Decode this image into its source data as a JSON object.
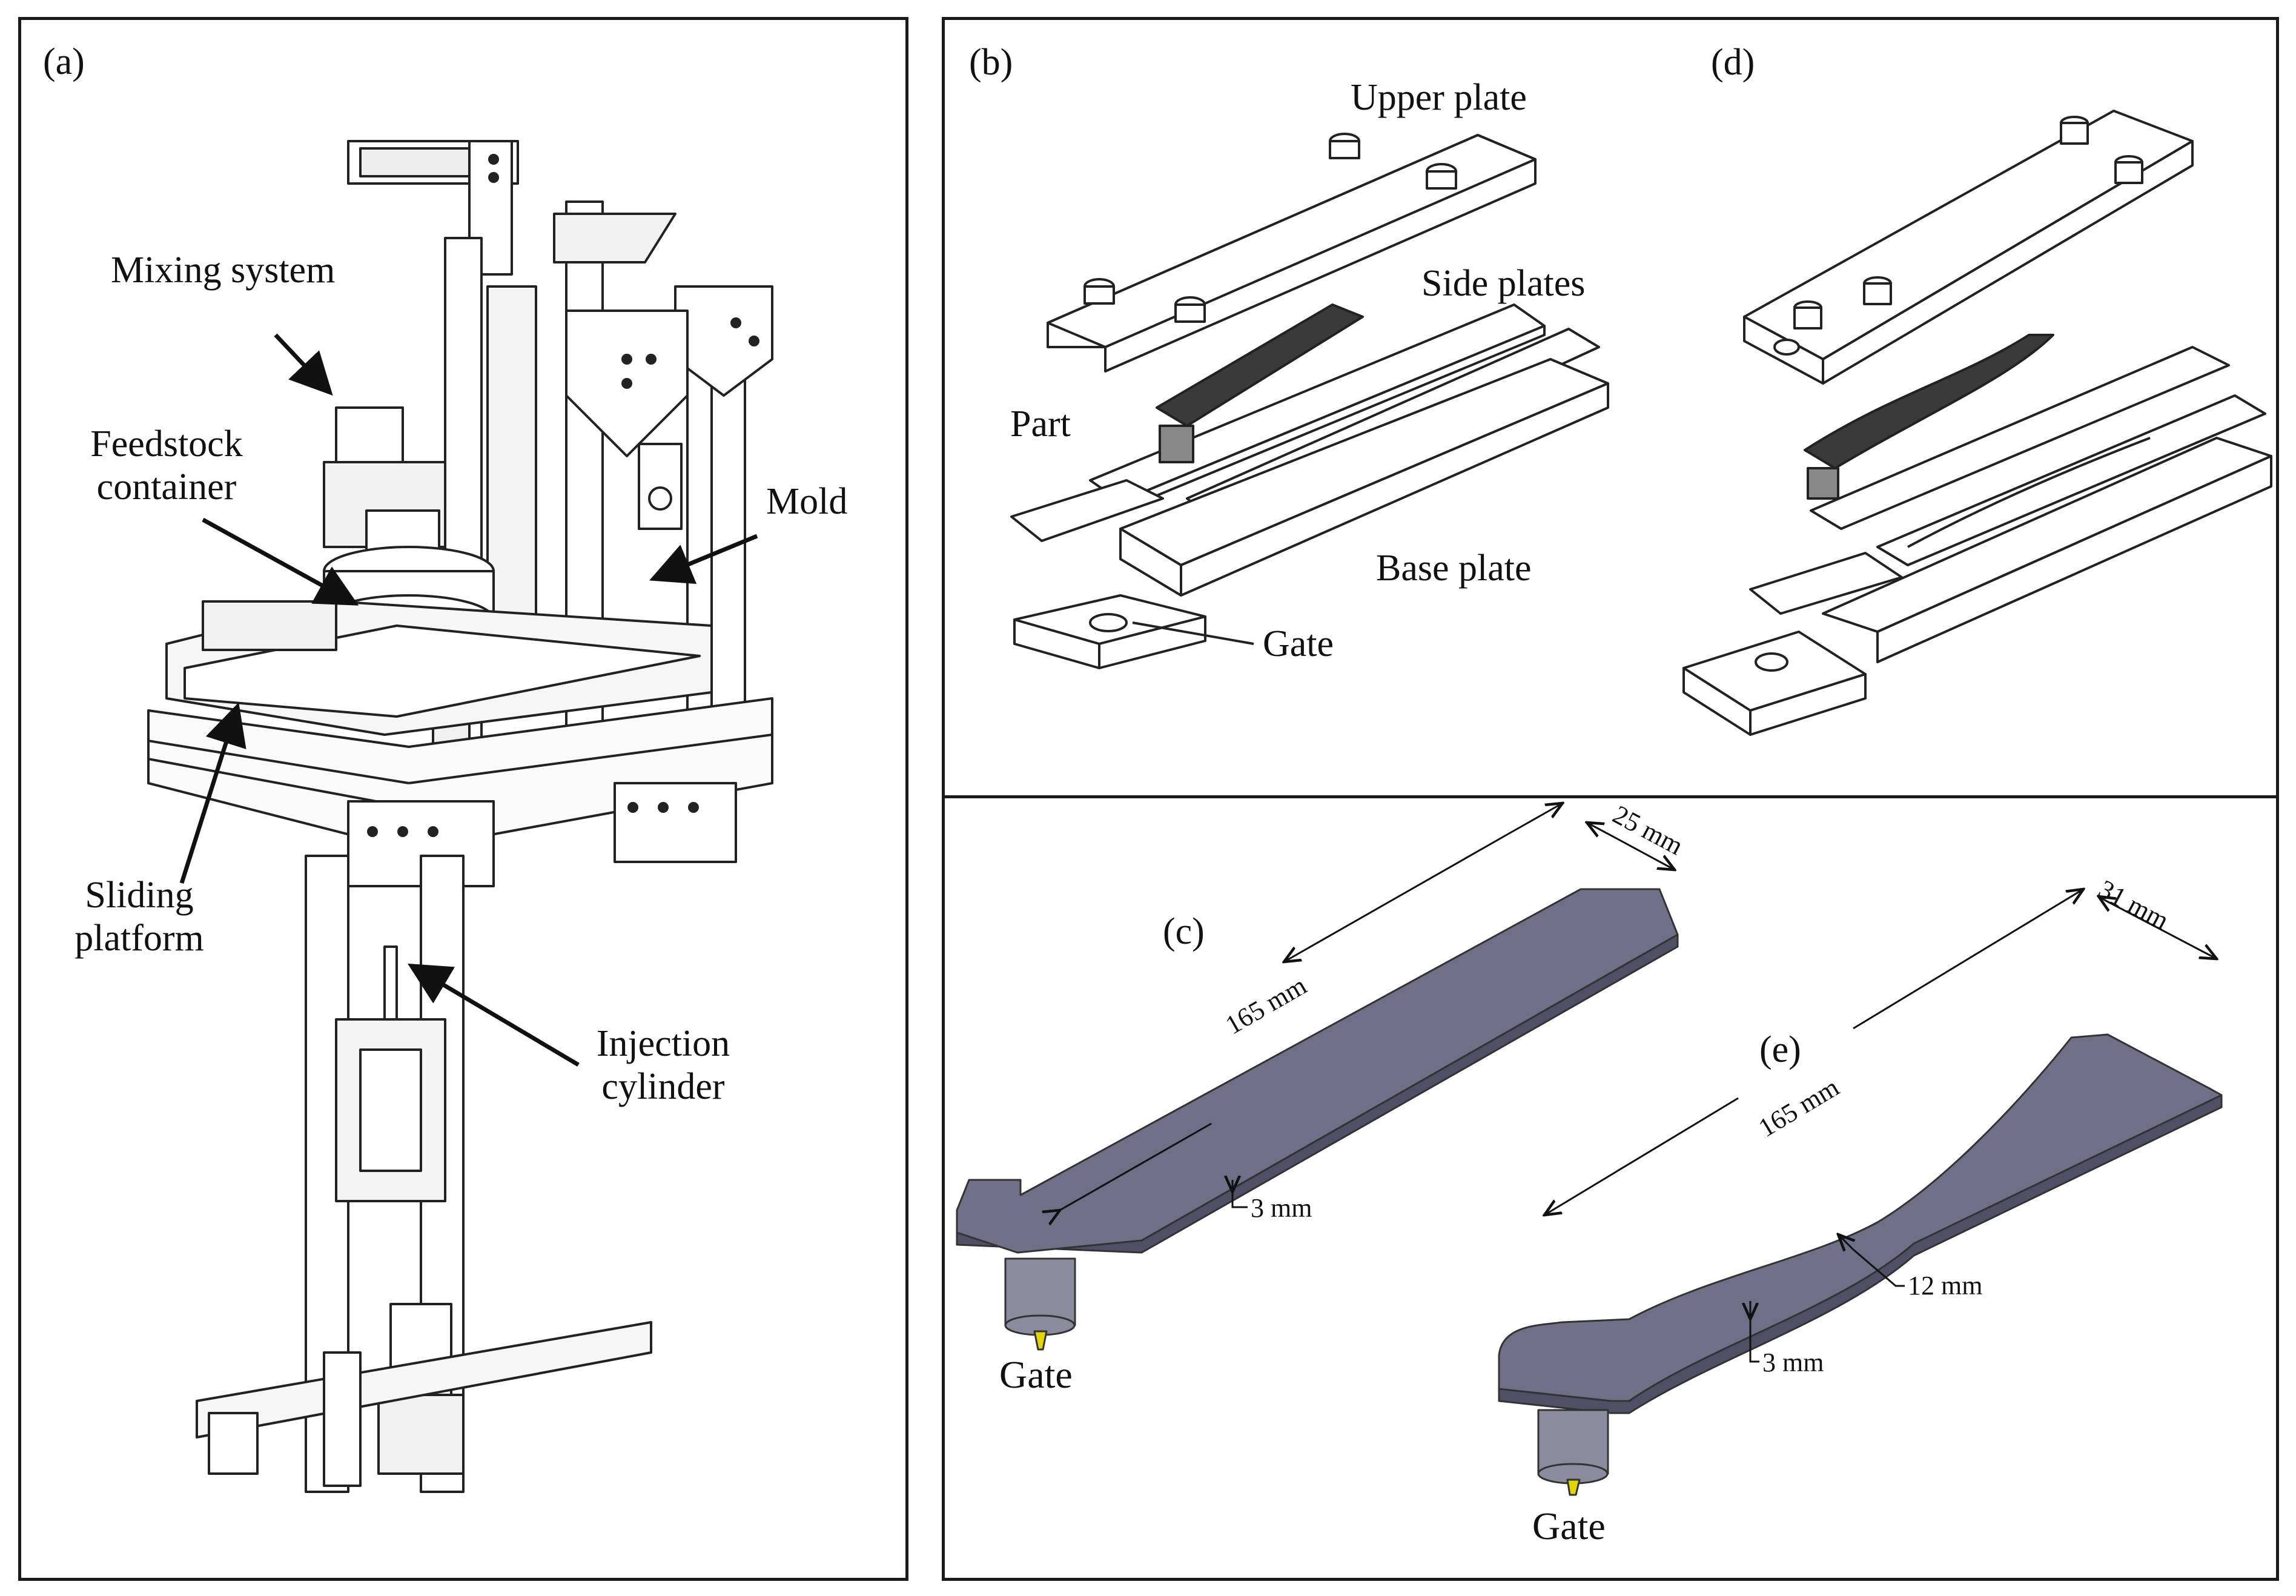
{
  "panels": {
    "a": {
      "tag": "(a)",
      "labels": {
        "mixing": "Mixing system",
        "feedstock_1": "Feedstock",
        "feedstock_2": "container",
        "mold": "Mold",
        "sliding_1": "Sliding",
        "sliding_2": "platform",
        "injection_1": "Injection",
        "injection_2": "cylinder"
      }
    },
    "b": {
      "tag": "(b)",
      "labels": {
        "upper": "Upper plate",
        "side": "Side plates",
        "part": "Part",
        "base": "Base plate",
        "gate": "Gate"
      }
    },
    "c": {
      "tag": "(c)",
      "dims": {
        "length": "165 mm",
        "width": "25 mm",
        "thickness": "3 mm"
      },
      "gate": "Gate"
    },
    "d": {
      "tag": "(d)"
    },
    "e": {
      "tag": "(e)",
      "dims": {
        "length": "165 mm",
        "width": "31 mm",
        "neck": "12 mm",
        "thickness": "3 mm"
      },
      "gate": "Gate"
    }
  },
  "colors": {
    "frame": "#1a1a1a",
    "line": "#222222",
    "part_top": "#6f7088",
    "part_side": "#4f5066",
    "part_dark": "#2b2b2b",
    "gate_cyl": "#8a8b9c",
    "gate_tip": "#e3d600"
  }
}
